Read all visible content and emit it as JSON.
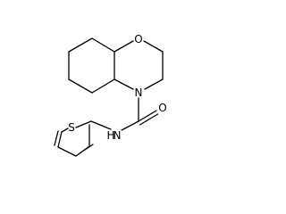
{
  "molecule": {
    "atoms": {
      "oxygen": "O",
      "ring_nitrogen": "N",
      "amide_nitrogen": "N",
      "amide_h": "H",
      "carbonyl_oxygen": "O",
      "sulfur": "S"
    }
  },
  "colors": {
    "bond": "#000000",
    "label": "#000000",
    "background": "#ffffff"
  }
}
